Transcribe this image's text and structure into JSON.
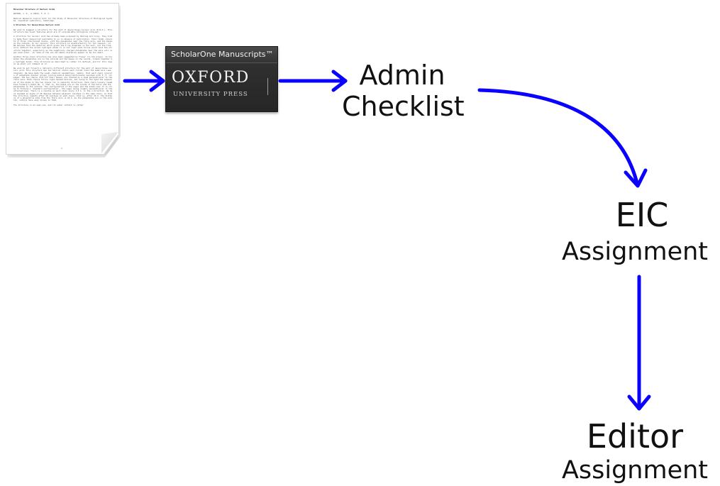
{
  "document": {
    "heading": "Molecular Structure of Nucleic Acids",
    "authors": "WATSON, J. D., & CRICK, F. H. C.",
    "affiliation": "Medical Research Council Unit for the Study of Molecular Structure of Biological Systems, Cavendish Laboratory, Cambridge.",
    "section_title": "A Structure for Deoxyribose Nucleic Acid",
    "body": "We wish to suggest a structure for the salt of deoxyribose nucleic acid (D.N.A.). This structure has novel features which are of considerable biological interest.\n\nA structure for nucleic acid has already been proposed by Pauling and Corey. They kindly made their manuscript available to us in advance of publication. Their model consists of three intertwined chains, with the phosphates near the fibre axis, and the bases on the outside. In our opinion, this structure is unsatisfactory for two reasons: (1) We believe that the material which gives the X-ray diagrams is the salt, not the free acid. Without the acidic hydrogen atoms it is not clear what forces would hold the structure together, especially as the negatively charged phosphates near the axis will repel each other. (2) Some of the van der Waals distances appear to be too small.\n\nAnother three-chain structure has also been suggested by Fraser (in the press). In his model the phosphates are on the outside and the bases on the inside, linked together by hydrogen bonds. This structure as described is rather ill-defined, and for this reason we shall not comment on it.\n\nWe wish to put forward a radically different structure for the salt of deoxyribose nucleic acid. This structure has two helical chains each coiled round the same axis (see diagram). We have made the usual chemical assumptions, namely, that each chain consists of phosphate diester groups joining beta-D-deoxyribofuranose residues with 3',5' linkages. The two chains (but not their bases) are related by a dyad perpendicular to the fibre axis. Both chains follow right-handed helices, but owing to the dyad the sequences of the atoms in the two chains run in opposite directions. Each chain loosely resembles Furberg's model No. 1; that is, the bases are on the inside of the helix and the phosphates on the outside. The configuration of the sugar and the atoms near it is close to Furberg's 'standard configuration', the sugar being roughly perpendicular to the attached base. There is a residue on each chain every 3.4 A. in the z-direction. We have assumed an angle of 36 degrees between adjacent residues in the same chain, so that the structure repeats after 10 residues on each chain, that is, after 34 A. The distance of a phosphorus atom from the fibre axis is 10 A. As the phosphates are on the outside, cations have easy access to them.\n\nThe structure is an open one, and its water content is rather",
    "page_number": "1"
  },
  "logo": {
    "title": "ScholarOne Manuscripts™",
    "name": "OXFORD",
    "subtitle": "UNIVERSITY PRESS"
  },
  "steps": {
    "admin": {
      "line1": "Admin",
      "line2": "Checklist"
    },
    "eic": {
      "line1": "EIC",
      "line2": "Assignment"
    },
    "editor": {
      "line1": "Editor",
      "line2": "Assignment"
    }
  },
  "colors": {
    "arrow": "#0a00ff",
    "logo_bg": "#2b2b2b",
    "text": "#111111"
  }
}
